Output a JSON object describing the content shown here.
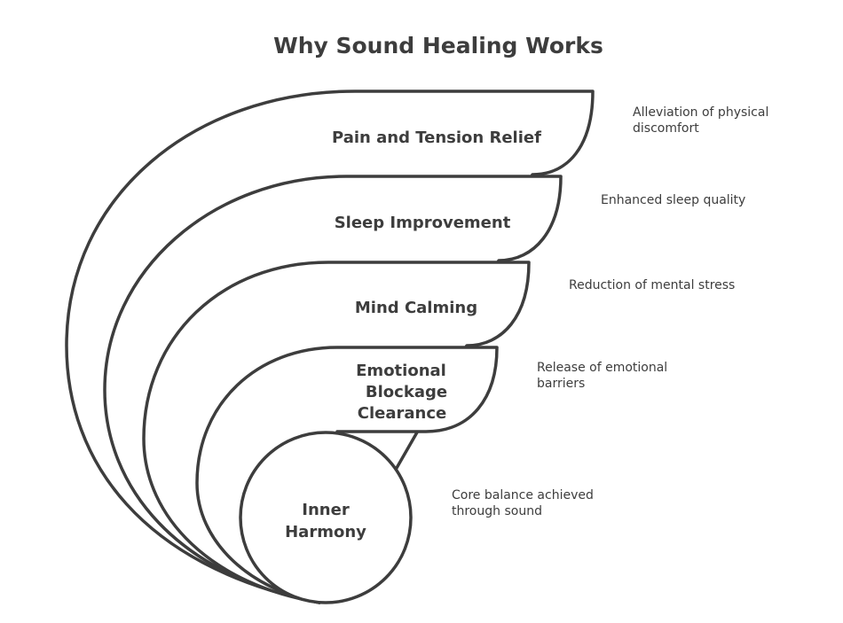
{
  "title": "Why Sound Healing Works",
  "colors": {
    "stroke": "#3d3d3d",
    "fill": "#ffffff",
    "text": "#3d3d3d"
  },
  "layers": [
    {
      "label": "Pain and Tension Relief",
      "description": "Alleviation of physical discomfort"
    },
    {
      "label": "Sleep Improvement",
      "description": "Enhanced sleep quality"
    },
    {
      "label": "Mind Calming",
      "description": "Reduction of mental stress"
    },
    {
      "label": "Emotional Blockage Clearance",
      "description": "Release of emotional barriers"
    }
  ],
  "core": {
    "label": "Inner Harmony",
    "description": "Core balance achieved through sound"
  }
}
